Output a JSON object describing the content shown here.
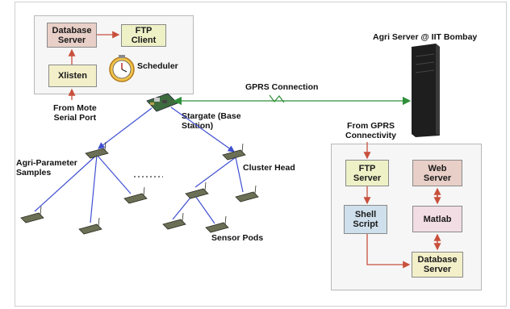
{
  "base_station_panel": {
    "database_server": "Database\nServer",
    "ftp_client": "FTP\nClient",
    "xlisten": "Xlisten",
    "scheduler": "Scheduler",
    "from_mote": "From Mote\nSerial Port"
  },
  "stargate_label": "Stargate (Base\nStation)",
  "gprs_label": "GPRS Connection",
  "agri_server_label": "Agri Server @ IIT Bombay",
  "server_panel": {
    "from_gprs": "From GPRS\nConnectivity",
    "ftp_server": "FTP\nServer",
    "web_server": "Web\nServer",
    "shell_script": "Shell\nScript",
    "matlab": "Matlab",
    "database_server": "Database\nServer"
  },
  "field_labels": {
    "agri_parameter": "Agri-Parameter\nSamples",
    "cluster_head": "Cluster Head",
    "sensor_pods": "Sensor Pods"
  },
  "colors": {
    "db_fill": "#e8cfc7",
    "ftp_fill": "#eef1c6",
    "xlisten_fill": "#f3efc9",
    "shell_fill": "#cfe0ec",
    "matlab_fill": "#f2dde4",
    "red_arrow": "#c8503c",
    "blue_line": "#3f4fd1",
    "green_line": "#2f8f3a"
  }
}
